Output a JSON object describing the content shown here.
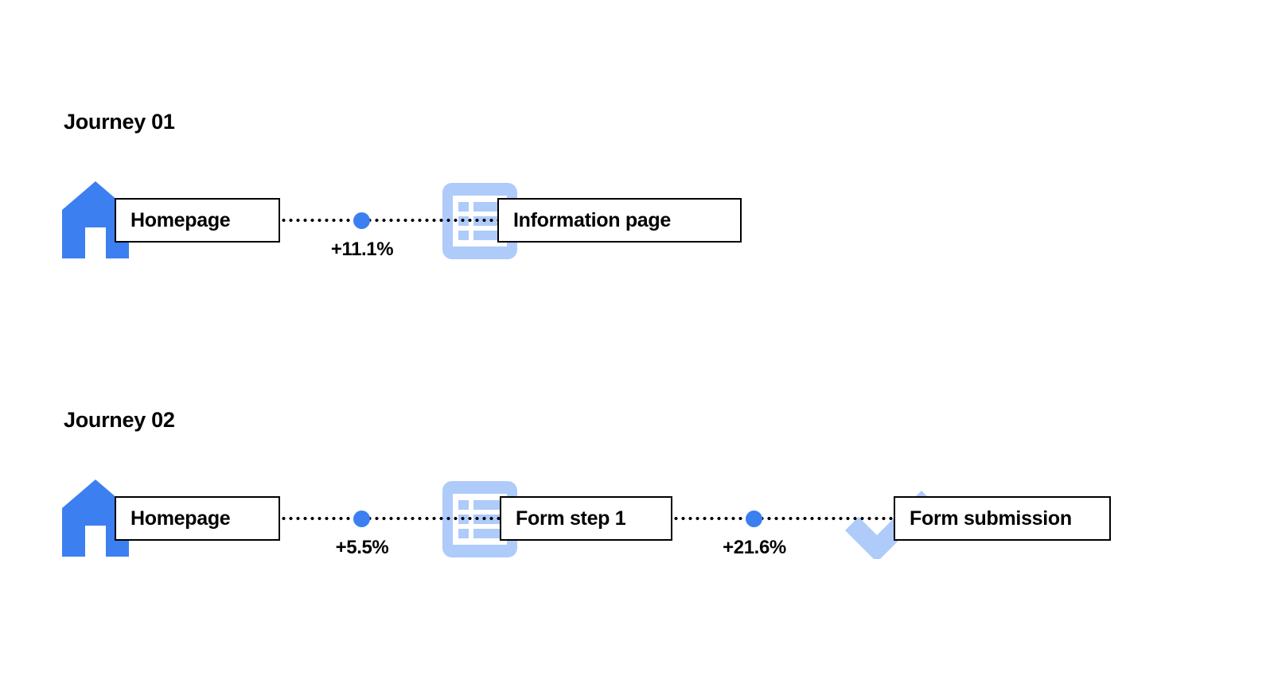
{
  "page": {
    "background": "#ffffff",
    "accent_blue": "#3c7ff0",
    "accent_light_blue": "#aecbfa",
    "text_color": "#000000"
  },
  "journeys": [
    {
      "title": "Journey 01",
      "nodes": [
        {
          "label": "Homepage",
          "icon": "house-icon"
        },
        {
          "label": "Information page",
          "icon": "document-list-icon"
        }
      ],
      "transitions": [
        {
          "delta": "+11.1%"
        }
      ]
    },
    {
      "title": "Journey 02",
      "nodes": [
        {
          "label": "Homepage",
          "icon": "house-icon"
        },
        {
          "label": "Form step 1",
          "icon": "document-list-icon"
        },
        {
          "label": "Form submission",
          "icon": "checkmark-icon"
        }
      ],
      "transitions": [
        {
          "delta": "+5.5%"
        },
        {
          "delta": "+21.6%"
        }
      ]
    }
  ]
}
